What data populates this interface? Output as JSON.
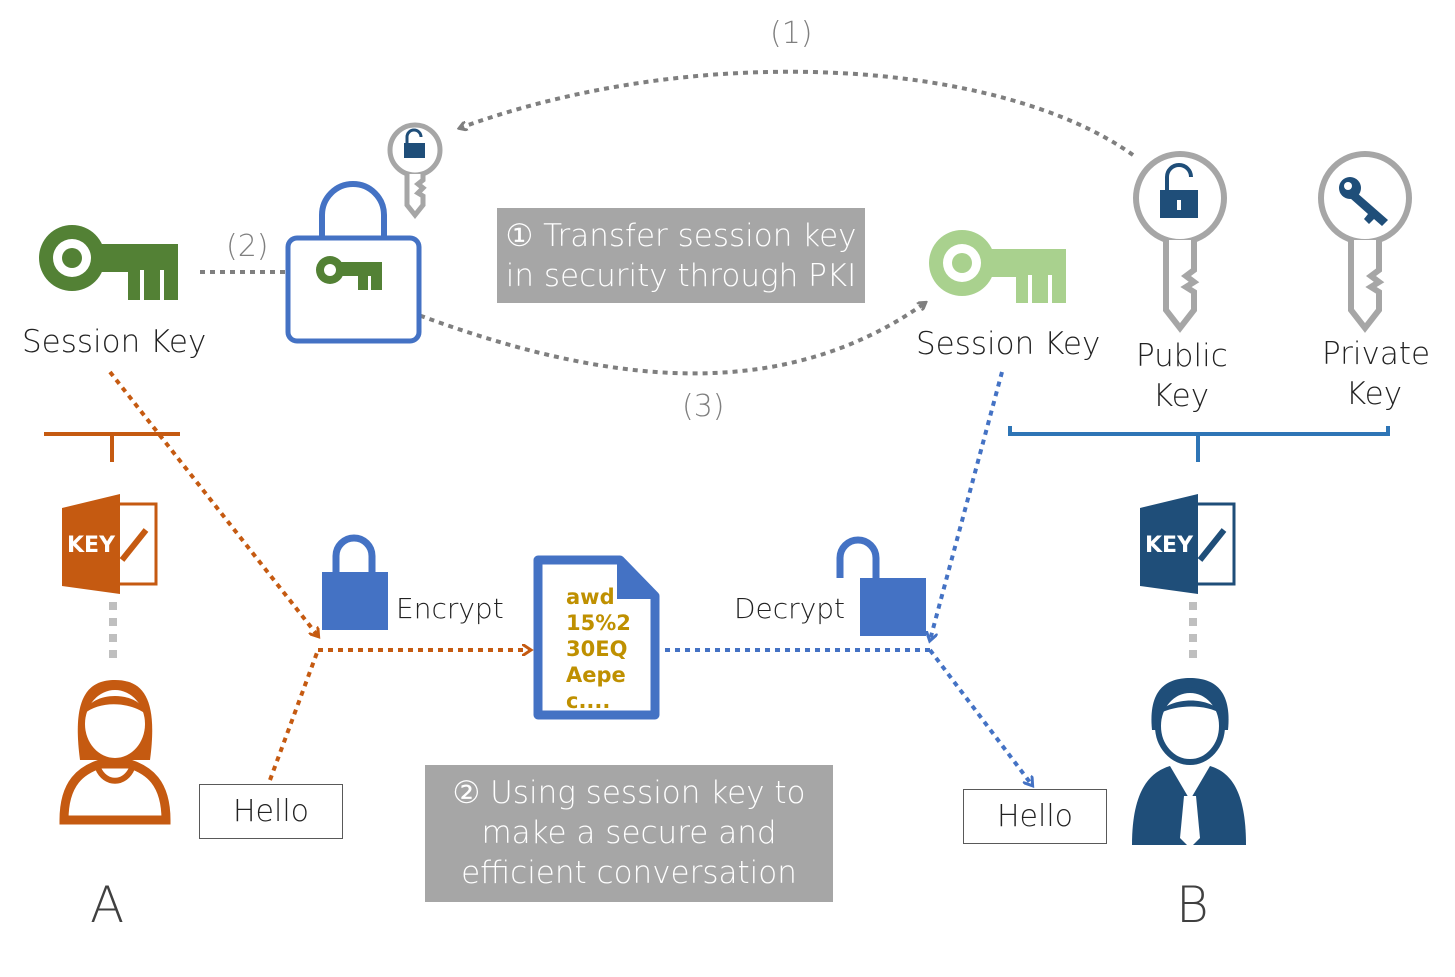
{
  "labels": {
    "session_key_a": "Session Key",
    "session_key_b": "Session Key",
    "public_key_1": "Public",
    "public_key_2": "Key",
    "private_key_1": "Private",
    "private_key_2": "Key",
    "encrypt": "Encrypt",
    "decrypt": "Decrypt",
    "step1": "(1)",
    "step2": "(2)",
    "step3": "(3)",
    "party_a": "A",
    "party_b": "B"
  },
  "notes": {
    "pki_line1": "① Transfer session key",
    "pki_line2": "in security through PKI",
    "conv_line1": "② Using session key to",
    "conv_line2": "make a secure and",
    "conv_line3": "efficient conversation"
  },
  "messages": {
    "hello_a": "Hello",
    "hello_b": "Hello"
  },
  "cipher_text": {
    "line1": "awd",
    "line2": "15%2",
    "line3": "30EQ",
    "line4": "Aepe",
    "line5": "c...."
  },
  "icons": {
    "key_card_text_a": "KEY",
    "key_card_text_b": "KEY"
  },
  "colors": {
    "orange": "#c55a11",
    "blue": "#4472c4",
    "navy": "#1f4e79",
    "green_dark": "#538135",
    "green_light": "#a9d18e",
    "gray": "#a6a6a6",
    "gold": "#bf9000"
  }
}
